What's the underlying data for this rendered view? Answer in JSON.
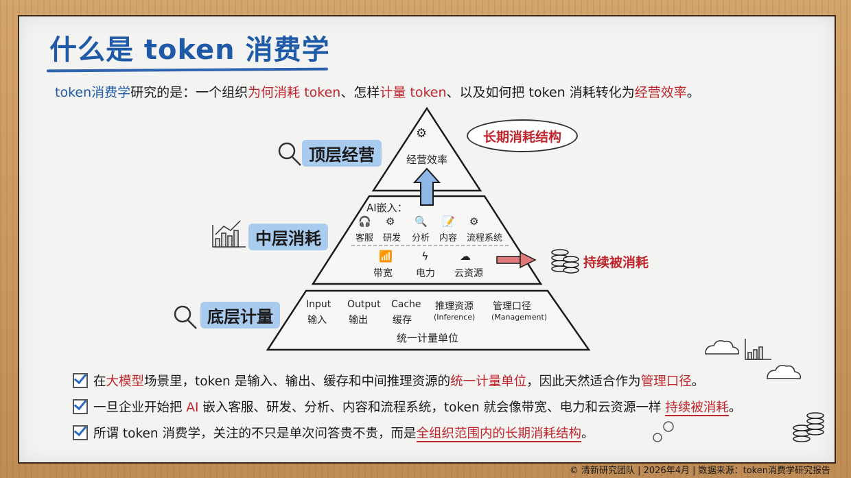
{
  "title": "什么是 token 消费学",
  "intro": {
    "parts": [
      {
        "text": "token消费学",
        "color": "blue"
      },
      {
        "text": "研究的是：一个组织",
        "color": "black"
      },
      {
        "text": "为何消耗 token",
        "color": "red"
      },
      {
        "text": "、怎样",
        "color": "black"
      },
      {
        "text": "计量 token",
        "color": "red"
      },
      {
        "text": "、以及如何把 token 消耗转化为",
        "color": "black"
      },
      {
        "text": "经营效率",
        "color": "red"
      },
      {
        "text": "。",
        "color": "black"
      }
    ]
  },
  "pyramid": {
    "top": {
      "side_label": "顶层经营",
      "center_label": "经营效率",
      "icon": "gear-dollar-icon",
      "bubble": "长期消耗结构"
    },
    "middle": {
      "side_label": "中层消耗",
      "heading": "AI嵌入：",
      "systems": [
        {
          "label": "客服",
          "icon": "headset-icon"
        },
        {
          "label": "研发",
          "icon": "gear-icon"
        },
        {
          "label": "分析",
          "icon": "magnifier-chart-icon"
        },
        {
          "label": "内容",
          "icon": "document-edit-icon"
        },
        {
          "label": "流程系统",
          "icon": "gear-icon"
        }
      ],
      "resources": [
        {
          "label": "带宽",
          "icon": "wifi-icon"
        },
        {
          "label": "电力",
          "icon": "lightning-icon"
        },
        {
          "label": "云资源",
          "icon": "cloud-icon"
        }
      ],
      "arrow_label": "持续被消耗"
    },
    "bottom": {
      "side_label": "底层计量",
      "items": [
        {
          "top": "Input",
          "bottom": "输入"
        },
        {
          "top": "Output",
          "bottom": "输出"
        },
        {
          "top": "Cache",
          "bottom": "缓存"
        },
        {
          "top": "推理资源",
          "bottom": "(Inference)"
        },
        {
          "top": "管理口径",
          "bottom": "(Management)"
        }
      ],
      "footer": "统一计量单位"
    }
  },
  "bullets": [
    {
      "parts": [
        {
          "text": "在",
          "color": "black"
        },
        {
          "text": "大模型",
          "color": "red"
        },
        {
          "text": "场景里，token 是输入、输出、缓存和中间推理资源的",
          "color": "black"
        },
        {
          "text": "统一计量单位",
          "color": "red"
        },
        {
          "text": "，因此天然适合作为",
          "color": "black"
        },
        {
          "text": "管理口径",
          "color": "red"
        },
        {
          "text": "。",
          "color": "black"
        }
      ]
    },
    {
      "parts": [
        {
          "text": "一旦企业开始把 ",
          "color": "black"
        },
        {
          "text": "AI",
          "color": "red"
        },
        {
          "text": " 嵌入客服、研发、分析、内容和流程系统，token 就会像带宽、电力和云资源一样 ",
          "color": "black"
        },
        {
          "text": "持续被消耗",
          "color": "red-ul"
        },
        {
          "text": "。",
          "color": "black"
        }
      ]
    },
    {
      "parts": [
        {
          "text": "所谓 token 消费学，关注的不只是单次问答贵不贵，而是",
          "color": "black"
        },
        {
          "text": "全组织范围内的长期消耗结构",
          "color": "red-ul"
        },
        {
          "text": "。",
          "color": "black"
        }
      ]
    }
  ],
  "footer": "© 清新研究团队 | 2026年4月 | 数据来源：token消费学研究报告",
  "colors": {
    "title_blue": "#1f5aa8",
    "accent_red": "#c0262d",
    "label_bg": "#a9cbee",
    "frame": "#c99a63"
  }
}
